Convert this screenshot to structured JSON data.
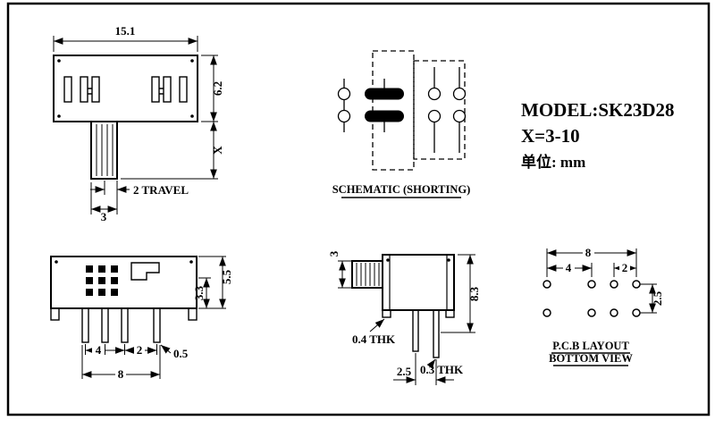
{
  "colors": {
    "line": "#000000",
    "background": "#ffffff"
  },
  "title_block": {
    "model": "MODEL:SK23D28",
    "x_range": "X=3-10",
    "unit": "单位: mm"
  },
  "top_view": {
    "width": "15.1",
    "height": "6.2",
    "stem_height": "X",
    "travel": "2 TRAVEL",
    "knob_width": "3"
  },
  "schematic": {
    "label": "SCHEMATIC (SHORTING)"
  },
  "front_view": {
    "height_total": "5.5",
    "height_body": "3.3",
    "pitch_wide": "4",
    "pitch_narrow": "2",
    "pin_width": "0.5",
    "width": "8"
  },
  "side_view": {
    "knob_width": "3",
    "height_total": "8.3",
    "bracket_thk": "0.4 THK",
    "pin_thk": "0.3 THK",
    "pin_pitch": "2.5"
  },
  "pcb_view": {
    "span": "8",
    "pitch_wide": "4",
    "pitch_narrow": "2",
    "row_pitch": "2.5",
    "label_line1": "P.C.B LAYOUT",
    "label_line2": "BOTTOM VIEW"
  }
}
